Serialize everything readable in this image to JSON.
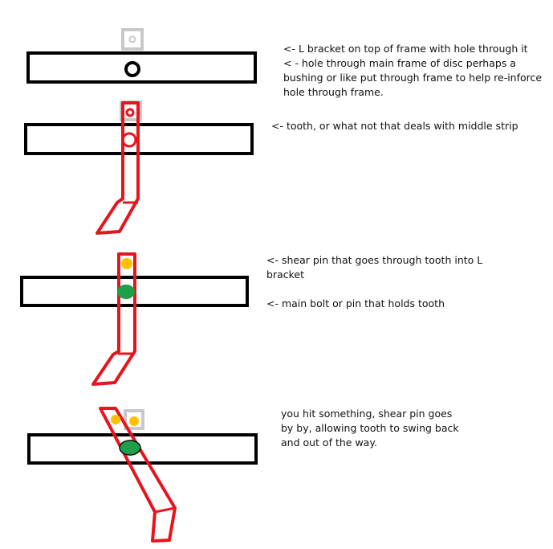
{
  "colors": {
    "frame_stroke": "#000000",
    "tooth_stroke": "#e8141c",
    "bracket_fill": "#c8c8c8",
    "shear_pin": "#ffc000",
    "main_bolt": "#1ea04a",
    "text": "#111111"
  },
  "annotations": {
    "bracket_note": "<- L bracket on top of frame with hole through it",
    "frame_hole_note": "< - hole through main frame of disc perhaps a bushing or like put through frame to help re-inforce hole through frame.",
    "tooth_note": "<- tooth, or what not that deals with middle strip",
    "shear_pin_note": "<- shear pin that goes through tooth into L bracket",
    "main_bolt_note": "<- main bolt or pin that holds tooth",
    "result_note": "you hit something, shear pin goes by by, allowing tooth to swing back and out of the way."
  }
}
